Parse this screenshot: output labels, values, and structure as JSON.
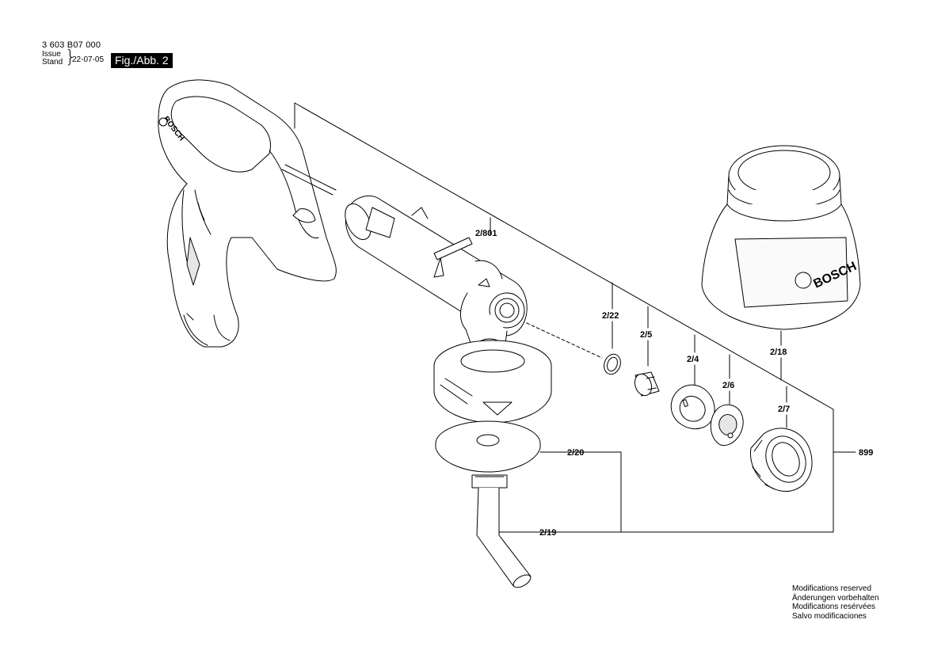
{
  "header": {
    "part_code": "3 603 B07 000",
    "issue_label": "Issue",
    "stand_label": "Stand",
    "date": "22-07-05",
    "figure_label": "Fig./Abb. 2"
  },
  "callouts": {
    "c2_801": "2/801",
    "c2_22": "2/22",
    "c2_5": "2/5",
    "c2_4": "2/4",
    "c2_6": "2/6",
    "c2_7": "2/7",
    "c2_18": "2/18",
    "c899": "899",
    "c2_20": "2/20",
    "c2_19": "2/19"
  },
  "branding": {
    "handle_logo": "BOSCH",
    "container_logo": "BOSCH"
  },
  "footer": {
    "lines": [
      "Modifications reserved",
      "Änderungen vorbehalten",
      "Modifications resérvées",
      "Salvo modificaciones"
    ]
  },
  "colors": {
    "line": "#000000",
    "part_fill": "#ffffff",
    "shade": "#e6e6e6",
    "figure_bg": "#000000",
    "figure_fg": "#ffffff"
  }
}
